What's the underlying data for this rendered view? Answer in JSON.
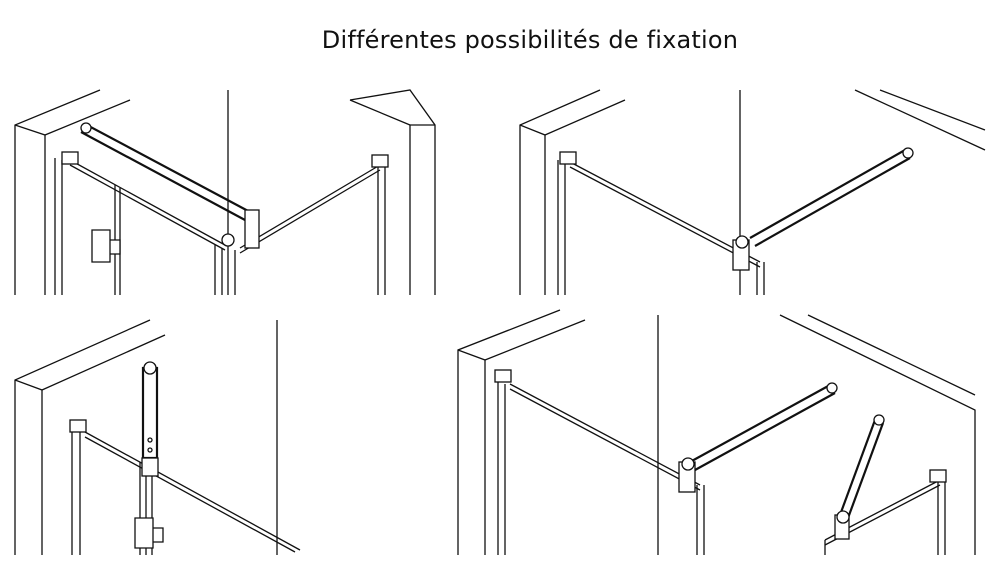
{
  "title": "Différentes possibilités de fixation",
  "panels": [
    {
      "id": "corner-two-bars"
    },
    {
      "id": "wall-to-glass-bar"
    },
    {
      "id": "vertical-ceiling-bar"
    },
    {
      "id": "two-bars-angled"
    }
  ]
}
